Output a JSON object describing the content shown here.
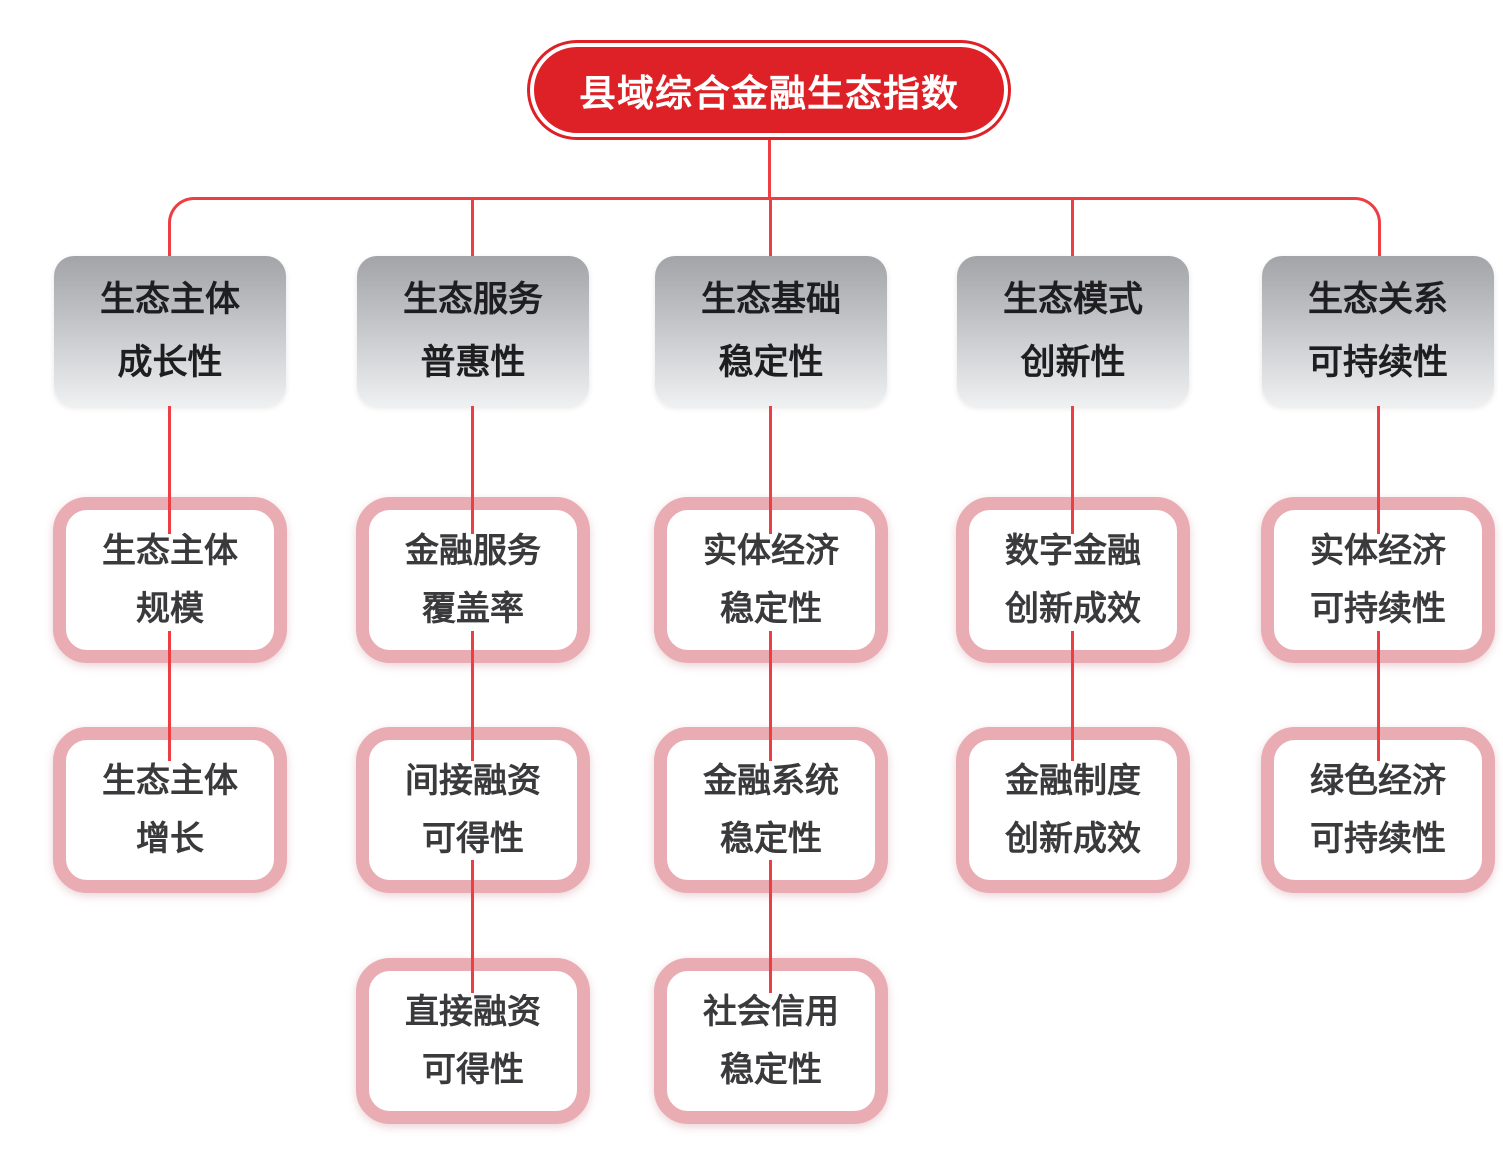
{
  "root": {
    "label": "县域综合金融生态指数"
  },
  "branches": [
    {
      "label": [
        "生态主体",
        "成长性"
      ],
      "children": [
        [
          "生态主体",
          "规模"
        ],
        [
          "生态主体",
          "增长"
        ]
      ]
    },
    {
      "label": [
        "生态服务",
        "普惠性"
      ],
      "children": [
        [
          "金融服务",
          "覆盖率"
        ],
        [
          "间接融资",
          "可得性"
        ],
        [
          "直接融资",
          "可得性"
        ]
      ]
    },
    {
      "label": [
        "生态基础",
        "稳定性"
      ],
      "children": [
        [
          "实体经济",
          "稳定性"
        ],
        [
          "金融系统",
          "稳定性"
        ],
        [
          "社会信用",
          "稳定性"
        ]
      ]
    },
    {
      "label": [
        "生态模式",
        "创新性"
      ],
      "children": [
        [
          "数字金融",
          "创新成效"
        ],
        [
          "金融制度",
          "创新成效"
        ]
      ]
    },
    {
      "label": [
        "生态关系",
        "可持续性"
      ],
      "children": [
        [
          "实体经济",
          "可持续性"
        ],
        [
          "绿色经济",
          "可持续性"
        ]
      ]
    }
  ],
  "colors": {
    "root_red": "#de2126",
    "connector_red": "#ed3e44",
    "leaf_border_pink": "#e8acb2",
    "header_gradient_top": "#a2a4a8",
    "header_gradient_bottom": "#eff0f1",
    "header_text": "#1e1e20",
    "leaf_text": "#3a3a3c",
    "background": "#ffffff"
  }
}
